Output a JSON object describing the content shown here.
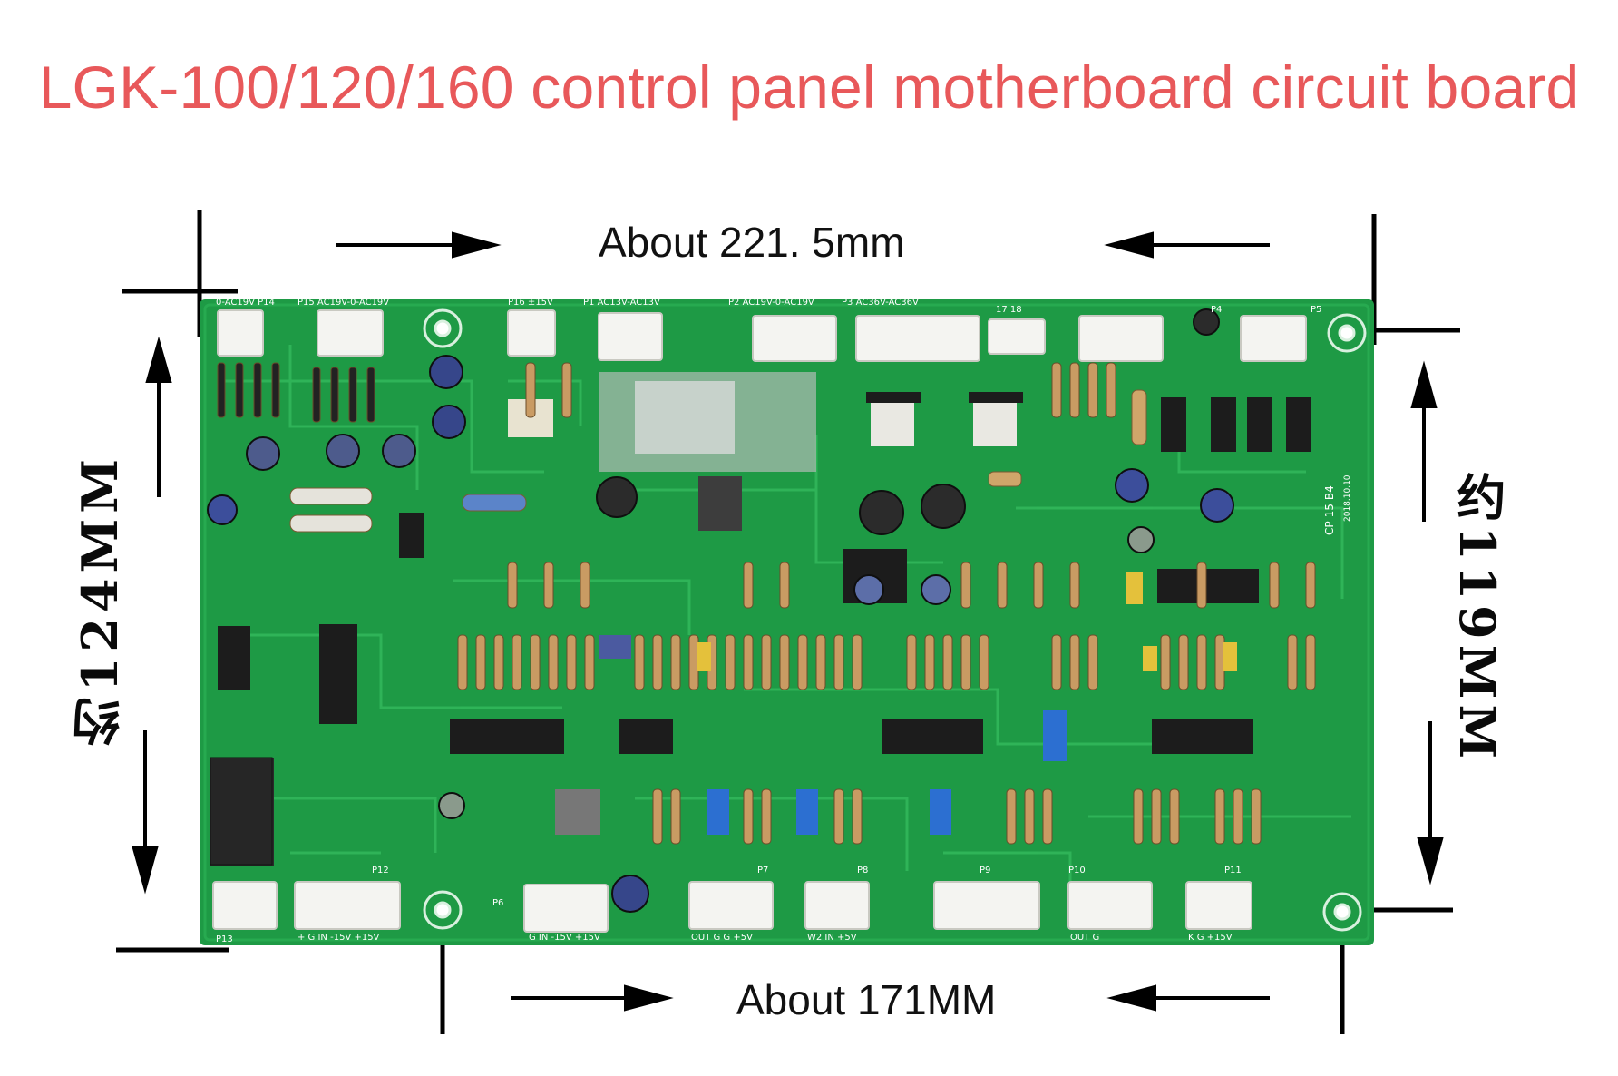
{
  "title": "LGK-100/120/160 control panel motherboard circuit board",
  "dimensions": {
    "top_width": "About 221. 5mm",
    "bottom_width": "About 171MM",
    "left_height": "约124MM",
    "right_height": "约119MM"
  },
  "board": {
    "color": "#1e9a45",
    "trace_color": "#2fb357",
    "silkscreen_color": "#ffffff",
    "model_mark": "CP-15-B4",
    "date_mark": "2018.10.10",
    "top_connectors": [
      "0-AC19V P14",
      "P15 AC19V-0-AC19V",
      "P16 ±15V",
      "P1 AC13V-AC13V",
      "P2 AC19V-0-AC19V",
      "P3 AC36V-AC36V",
      "17 18",
      "P4",
      "P5"
    ],
    "bottom_connectors": [
      "P13",
      "P12",
      "P6",
      "P7",
      "P8",
      "P9",
      "P10",
      "P11"
    ],
    "bottom_pin_labels": [
      "+ G IN -15V +15V",
      "G IN -15V +15V",
      "OUT G G +5V",
      "W2 IN +5V",
      "OUT G",
      "K G +15V"
    ]
  }
}
